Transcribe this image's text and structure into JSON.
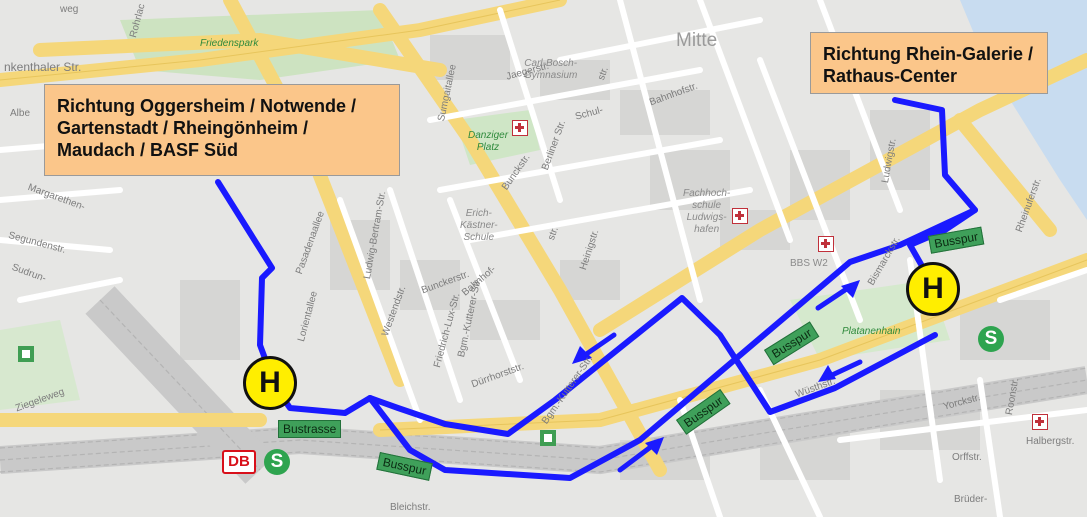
{
  "callouts": {
    "left": {
      "lines": [
        "Richtung Oggersheim / Notwende /",
        "Gartenstadt / Rheingönheim /",
        "Maudach / BASF Süd"
      ]
    },
    "right": {
      "lines": [
        "Richtung Rhein-Galerie /",
        "Rathaus-Center"
      ]
    }
  },
  "lane_labels": {
    "bustrasse": "Bustrasse",
    "busspur_bottom": "Busspur",
    "busspur_center": "Busspur",
    "busspur_middle": "Busspur",
    "busspur_right": "Busspur"
  },
  "stops": {
    "stop_left": "H",
    "stop_right": "H"
  },
  "symbols": {
    "db_logo": "DB",
    "sbahn_left": "S",
    "sbahn_right": "S"
  },
  "district": "Mitte",
  "places": {
    "friedenspark": "Friedenspark",
    "carl_bosch": [
      "Carl-Bosch-",
      "Gymnasium"
    ],
    "danziger_platz": [
      "Danziger",
      "Platz"
    ],
    "fachhochschule": [
      "Fachhoch-",
      "schule",
      "Ludwigs-",
      "hafen"
    ],
    "erich_kaestner": [
      "Erich-",
      "Kästner-",
      "Schule"
    ],
    "bbs_w2": "BBS W2",
    "platanenhain": "Platanenhain"
  },
  "streets": {
    "rohrlach": "Rohrlac",
    "weg": "weg",
    "enkenthaler": "nkenthaler Str.",
    "jaegerstr": "Jaegerstr.",
    "schulstr": "Schul-",
    "str_a": "str.",
    "bahnhofstr_top": "Bahnhofstr.",
    "sumgaitallee": "Sumgaitallee",
    "bunckstr": "Bunckstr.",
    "bgm_gruen": "Berliner Str.",
    "pasadenaallee": "Pasadenaallee",
    "lorientallee": "Lorientallee",
    "ludwig_bertram": "Ludwig-Bertram-Str.",
    "westendstr": "Westendstr.",
    "bunckerstr": "Bunckerstr.",
    "bahnhof_mid": "Bahnhof-",
    "heinigstr": "Heinigstr.",
    "str_b": "str.",
    "friedrich": "Friedrich-Lux-Str.",
    "bgm_kutterer": "Bgm.-Kutterer-Str.",
    "duerrhorst": "Dürrhorststr.",
    "bgm_kutterer_bottom": "Bgm.-Kutterer-Str.",
    "ludwigstr": "Ludwigstr.",
    "rheinuferstr": "Rheinuferstr.",
    "bismarckstr": "Bismarckstr.",
    "wuerthstr": "Wüsthstr.",
    "yorckstr": "Yorckstr.",
    "roonstr": "Roonstr.",
    "halbergstr": "Halbergstr.",
    "orffstr": "Orffstr.",
    "brueder": "Brüder-",
    "bleichstr": "Bleichstr.",
    "ziegelweg": "Ziegeleweg",
    "margarethen": "Margarethen-",
    "segundenstr": "Segundenstr.",
    "sudrun": "Sudrun-",
    "albert": "Albe"
  },
  "colors": {
    "route": "#1a1aff",
    "callout_bg": "#fbc68a",
    "busspur_bg": "#3fa05a",
    "stop_fill": "#ffee00",
    "sbahn": "#2ea44f",
    "db_red": "#d8101a",
    "river": "#c8dcf0",
    "road_main": "#f5d77a",
    "road_minor": "#ffffff"
  },
  "icons": {
    "stop": "bus-stop-icon",
    "sbahn": "sbahn-icon",
    "db": "db-logo-icon",
    "hospital": "hospital-icon",
    "direction_arrow": "arrow-icon"
  }
}
